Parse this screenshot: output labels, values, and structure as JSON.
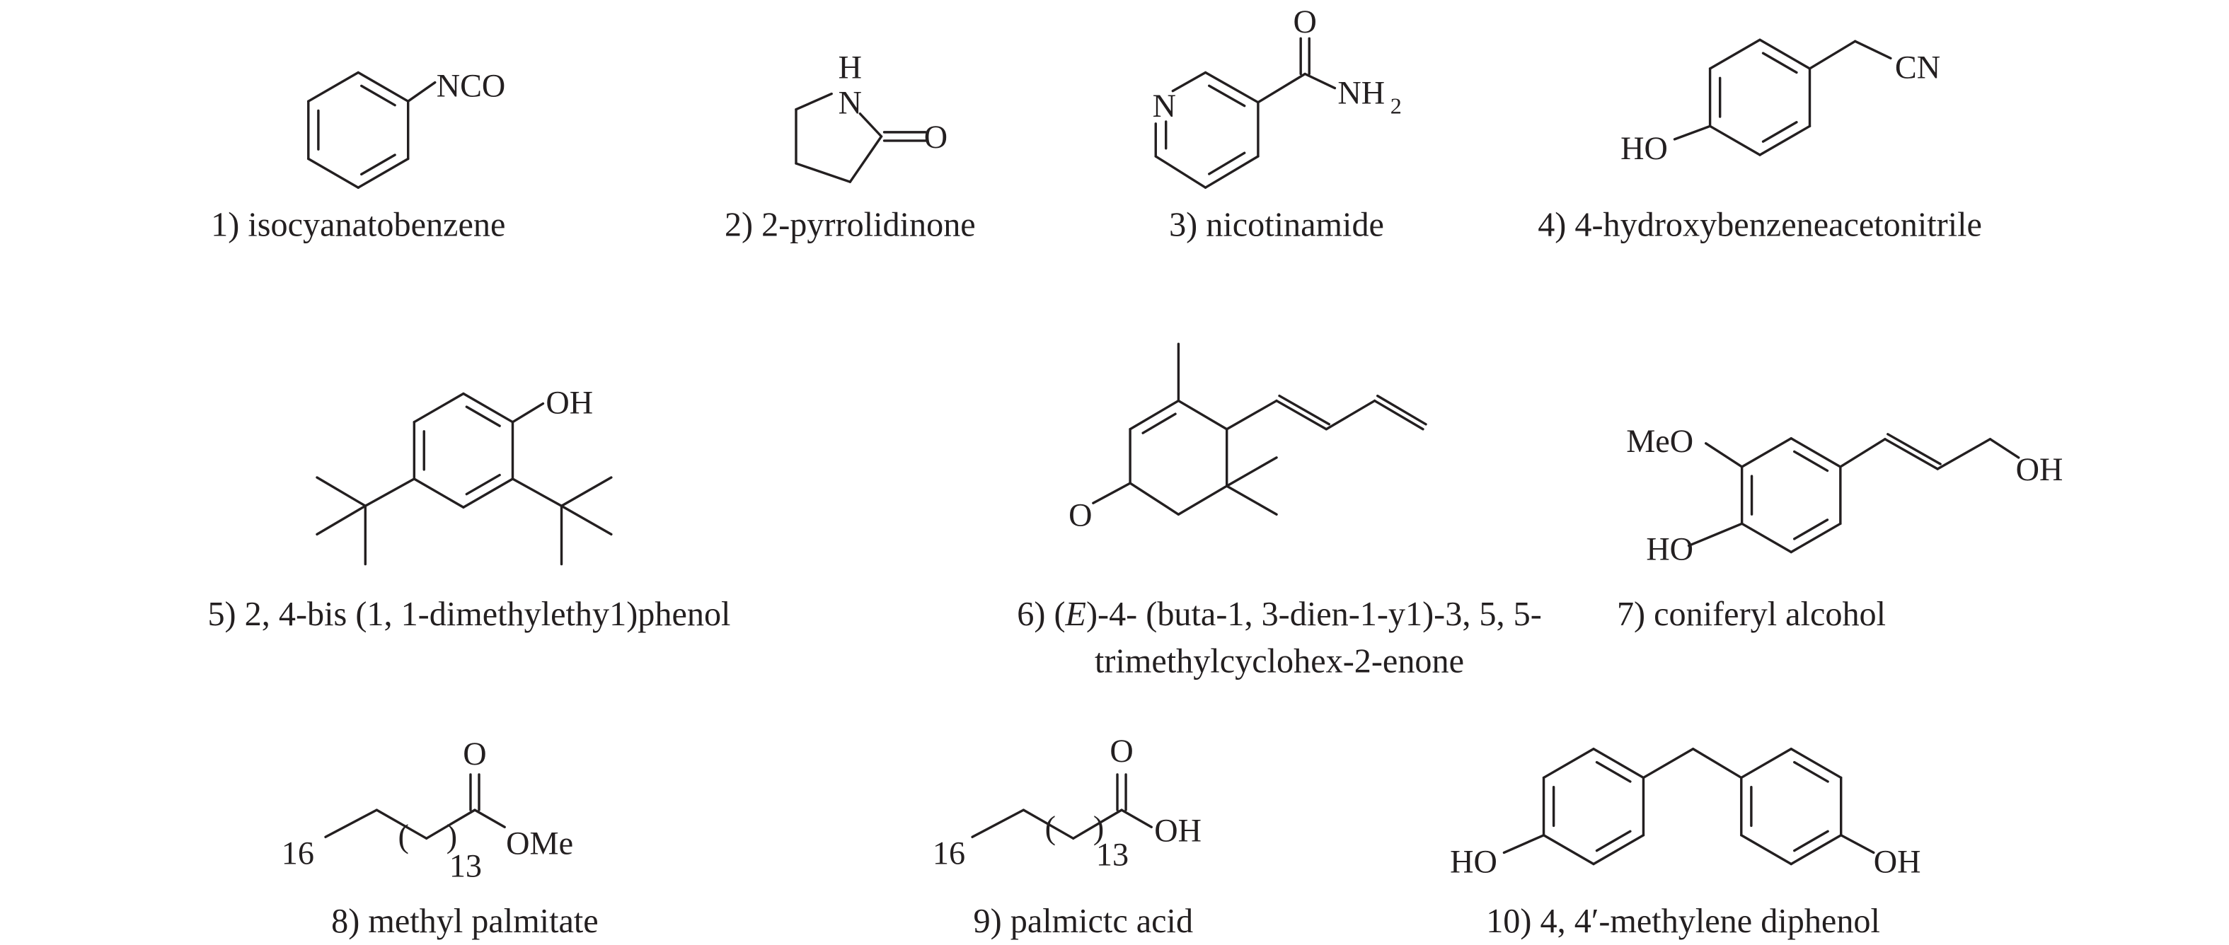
{
  "compounds": [
    {
      "label": "1) isocyanatobenzene",
      "atoms": {
        "nco": "NCO"
      }
    },
    {
      "label": "2) 2-pyrrolidinone",
      "atoms": {
        "h": "H",
        "n": "N",
        "o": "O"
      }
    },
    {
      "label": "3) nicotinamide",
      "atoms": {
        "n": "N",
        "o": "O",
        "nh": "NH",
        "sub2": "2"
      }
    },
    {
      "label": "4) 4-hydroxybenzeneacetonitrile",
      "atoms": {
        "ho": "HO",
        "cn": "CN"
      }
    },
    {
      "label": "5) 2, 4-bis (1, 1-dimethylethy1)phenol",
      "atoms": {
        "oh": "OH"
      }
    },
    {
      "label_pre": "6) (",
      "label_italic": "E",
      "label_post": ")-4- (buta-1, 3-dien-1-y1)-3, 5, 5-",
      "label_line2": "trimethylcyclohex-2-enone",
      "atoms": {
        "o": "O"
      }
    },
    {
      "label": "7) coniferyl alcohol",
      "atoms": {
        "meo": "MeO",
        "ho": "HO",
        "oh": "OH"
      }
    },
    {
      "label": "8) methyl palmitate",
      "atoms": {
        "n16": "16",
        "n13": "13",
        "o": "O",
        "ome": "OMe",
        "lp": "(",
        "rp": ")"
      }
    },
    {
      "label": "9) palmictc acid",
      "atoms": {
        "n16": "16",
        "n13": "13",
        "o": "O",
        "oh": "OH",
        "lp": "(",
        "rp": ")"
      }
    },
    {
      "label": "10) 4, 4′-methylene diphenol",
      "atoms": {
        "ho": "HO",
        "oh": "OH"
      }
    }
  ]
}
